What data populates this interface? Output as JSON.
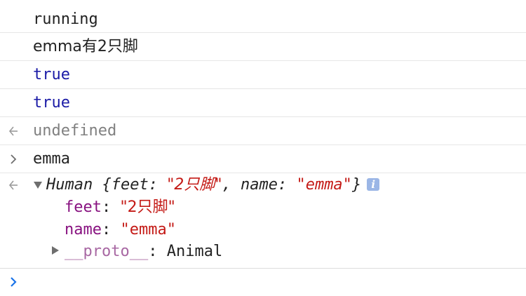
{
  "console": {
    "messages": [
      {
        "kind": "log",
        "text": "running"
      },
      {
        "kind": "log",
        "text": "emma有2只脚"
      },
      {
        "kind": "log",
        "text": "true"
      },
      {
        "kind": "log",
        "text": "true"
      },
      {
        "kind": "result",
        "text": "undefined"
      },
      {
        "kind": "input",
        "text": "emma"
      }
    ],
    "object": {
      "class_name": "Human",
      "preview": {
        "open_brace": " {",
        "feet_key": "feet",
        "colon": ": ",
        "feet_value": "\"2只脚\"",
        "separator": ", ",
        "name_key": "name",
        "name_value": "\"emma\"",
        "close_brace": "}"
      },
      "info_icon": "i",
      "properties": [
        {
          "key": "feet",
          "colon": ": ",
          "value": "\"2只脚\""
        },
        {
          "key": "name",
          "colon": ": ",
          "value": "\"emma\""
        }
      ],
      "proto": {
        "key": "__proto__",
        "colon": ": ",
        "value": "Animal"
      }
    },
    "colors": {
      "boolean": "#1a1aa6",
      "string": "#c41a16",
      "property_key": "#881280",
      "prompt": "#1a73e8",
      "muted": "#808080"
    },
    "icons": {
      "result_marker": "result-arrow-icon",
      "input_marker": "input-chevron-icon",
      "prompt_marker": "prompt-chevron-icon",
      "expand_open": "triangle-down-icon",
      "expand_closed": "triangle-right-icon",
      "info": "info-icon"
    }
  }
}
